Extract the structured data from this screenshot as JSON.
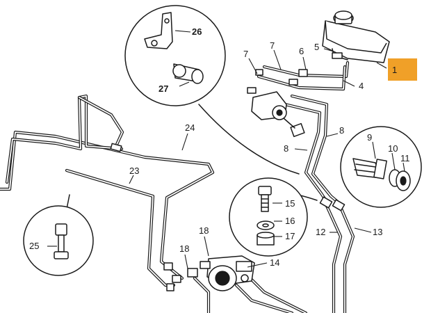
{
  "callouts": {
    "c1": "1",
    "c4": "4",
    "c5": "5",
    "c6": "6",
    "c7a": "7",
    "c7b": "7",
    "c8a": "8",
    "c8b": "8",
    "c9": "9",
    "c10": "10",
    "c11": "11",
    "c12": "12",
    "c13": "13",
    "c14": "14",
    "c15": "15",
    "c16": "16",
    "c17": "17",
    "c18a": "18",
    "c18b": "18",
    "c23": "23",
    "c24": "24",
    "c25": "25",
    "c26": "26",
    "c27": "27"
  },
  "colors": {
    "highlight": "#f0a028",
    "ink": "#1a1a1a",
    "paper": "#ffffff"
  }
}
